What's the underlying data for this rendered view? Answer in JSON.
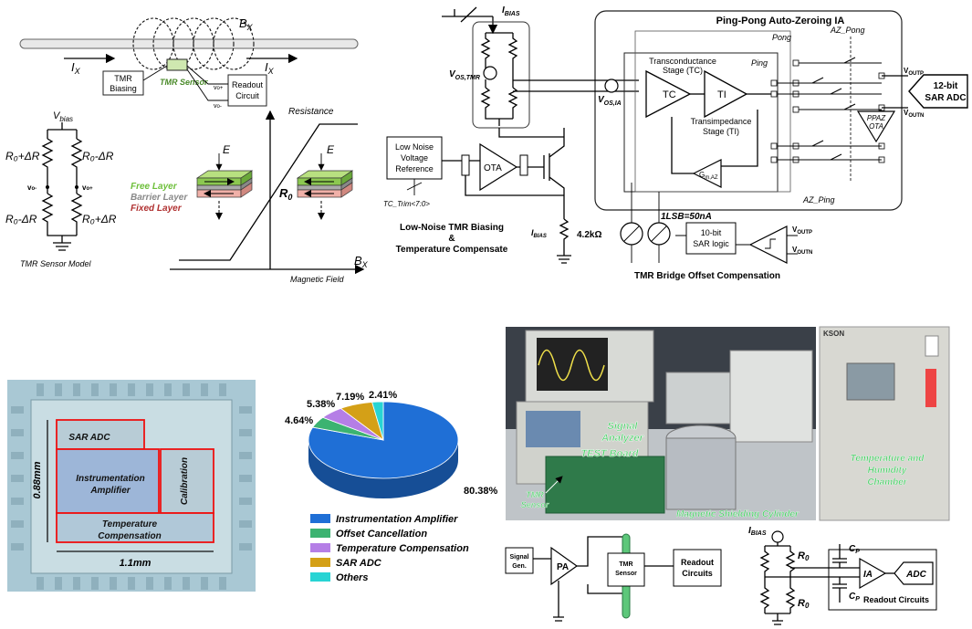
{
  "tmr_sensor": {
    "bx": "B",
    "bx_sub": "X",
    "ix": "I",
    "ix_sub": "X",
    "tmr_biasing": [
      "TMR",
      "Biasing"
    ],
    "tmr_sensor_label": "TMR Sensor",
    "readout_circuit": [
      "Readout",
      "Circuit"
    ],
    "vo_plus": "v",
    "vo_minus": "v",
    "vbias": "V",
    "vbias_sub": "bias",
    "r_top_left": "R₀+ΔR",
    "r_top_right": "R₀-ΔR",
    "r_bot_left": "R₀-ΔR",
    "r_bot_right": "R₀+ΔR",
    "model_label": "TMR Sensor Model"
  },
  "resistance_plot": {
    "ylabel": "Resistance",
    "xlabel": "Magnetic Field",
    "x_axis": "B",
    "x_axis_sub": "X",
    "r0": "R",
    "r0_sub": "0",
    "free_layer": "Free Layer",
    "barrier_layer": "Barrier Layer",
    "fixed_layer": "Fixed Layer",
    "e_label": "E"
  },
  "ia_schematic": {
    "title": "Ping-Pong Auto-Zeroing IA",
    "ibias": "I",
    "ibias_sub": "BIAS",
    "vos_tmr": "V",
    "vos_tmr_sub": "OS,TMR",
    "vos_ia": "V",
    "vos_ia_sub": "OS,IA",
    "pong": "Pong",
    "ping": "Ping",
    "az_pong": "AZ_Pong",
    "az_ping": "AZ_Ping",
    "tc_stage": [
      "Transconductance",
      "Stage (TC)"
    ],
    "ti_stage": [
      "Transimpedance",
      "Stage (TI)"
    ],
    "tc": "TC",
    "ti": "TI",
    "gm_az": "G",
    "gm_az_sub": "m,AZ",
    "ppaz": "PPAZ",
    "ota": "OTA",
    "voutp": "V",
    "voutp_sub": "OUTP",
    "voutn": "V",
    "voutn_sub": "OUTN",
    "adc": [
      "12-bit",
      "SAR ADC"
    ],
    "lnvr": [
      "Low Noise",
      "Voltage",
      "Reference"
    ],
    "tc_trim": "TC_Trim<7:0>",
    "ota2": "OTA",
    "ibias2": "I",
    "ibias2_sub": "BIAS",
    "res_value": "4.2kΩ",
    "lsb": "1LSB=50nA",
    "sar_logic": [
      "10-bit",
      "SAR logic"
    ],
    "biasing_caption": [
      "Low-Noise TMR Biasing",
      "&",
      "Temperature Compensate"
    ],
    "offset_caption": "TMR Bridge Offset Compensation"
  },
  "chip": {
    "sar_adc": "SAR ADC",
    "ia": [
      "Instrumentation",
      "Amplifier"
    ],
    "calibration": "Calibration",
    "temp_comp": [
      "Temperature",
      "Compensation"
    ],
    "height": "0.88mm",
    "width": "1.1mm"
  },
  "chart_data": {
    "type": "pie",
    "categories": [
      "Instrumentation Amplifier",
      "Offset Cancellation",
      "Temperature Compensation",
      "SAR ADC",
      "Others"
    ],
    "values": [
      80.38,
      4.64,
      5.38,
      7.19,
      2.41
    ],
    "labels": [
      "80.38%",
      "4.64%",
      "5.38%",
      "7.19%",
      "2.41%"
    ],
    "colors": [
      "#1f6fd6",
      "#3cb371",
      "#b57ee6",
      "#d4a017",
      "#28d4d4"
    ],
    "legend_position": "bottom",
    "style": "3d"
  },
  "photo": {
    "signal_analyzer": [
      "Signal",
      "Analyzer"
    ],
    "test_board": "TEST Board",
    "tmr_sensor": [
      "TMR",
      "Sensor"
    ],
    "cylinder": "Magnetic Shielding Cylinder",
    "chamber": [
      "Temperature and",
      "Humidity",
      "Chamber"
    ],
    "brand": "KSON"
  },
  "setup_diagram": {
    "signal_gen": [
      "Signal",
      "Gen."
    ],
    "pa": "PA",
    "tmr_sensor": [
      "TMR",
      "Sensor"
    ],
    "readout": [
      "Readout",
      "Circuits"
    ]
  },
  "readout_diagram": {
    "ibias": "I",
    "ibias_sub": "BIAS",
    "r0": "R",
    "r0_sub": "0",
    "cp": "C",
    "cp_sub": "P",
    "ia": "IA",
    "adc": "ADC",
    "readout": "Readout Circuits"
  }
}
